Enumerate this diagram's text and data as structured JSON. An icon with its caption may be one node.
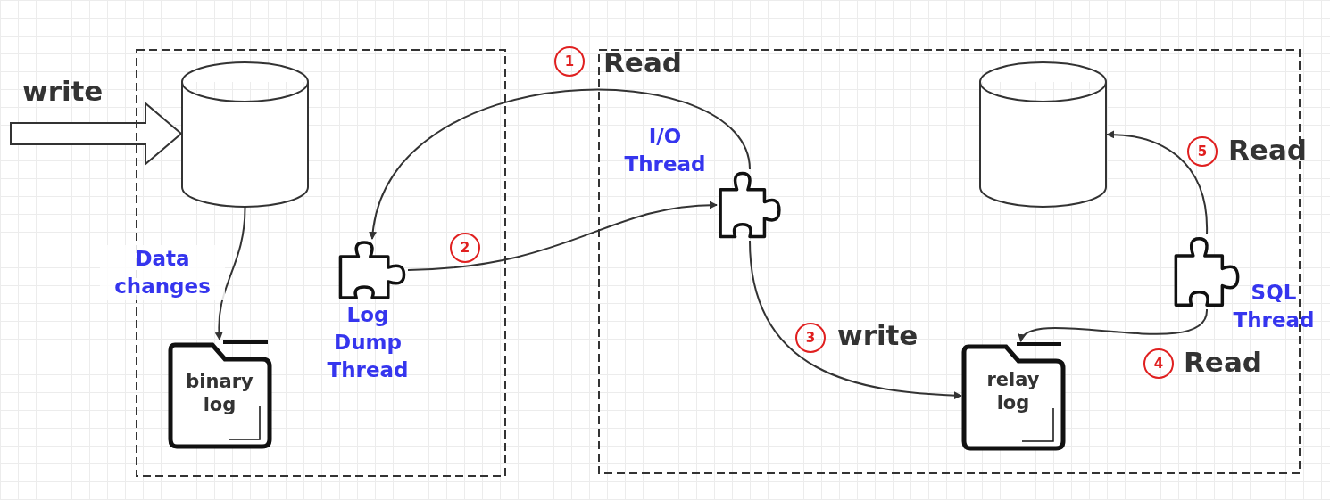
{
  "diagram": {
    "nodes": [
      {
        "text": [],
        "shape": "box"
      },
      {
        "text": [],
        "shape": "box"
      },
      {
        "text": [],
        "shape": "cylinder",
        "in": 0
      },
      {
        "text": [
          "binary log"
        ],
        "in": 0
      },
      {
        "text": [],
        "shape": "puzzle",
        "in": 0,
        "beside": [
          "Log Dump Thread"
        ]
      },
      {
        "text": [],
        "shape": "puzzle",
        "in": 1,
        "beside": [
          "I/O Thread"
        ]
      },
      {
        "text": [],
        "shape": "cylinder",
        "in": 1
      },
      {
        "text": [
          "relay log"
        ],
        "in": 1
      },
      {
        "text": [],
        "shape": "puzzle",
        "in": 1,
        "beside": [
          "SQL Thread"
        ]
      }
    ],
    "edges": [
      {
        "from": null,
        "to": 2,
        "arrow": "to",
        "label": "write",
        "style": "thick"
      },
      {
        "from": 2,
        "to": 3,
        "arrow": "to",
        "label": "Data changes"
      },
      {
        "from": 5,
        "to": 4,
        "arrow": "to",
        "label": "Read"
      },
      {
        "from": 4,
        "to": 5,
        "arrow": "to"
      },
      {
        "from": 5,
        "to": 7,
        "arrow": "to",
        "label": "write"
      },
      {
        "from": 8,
        "to": 7,
        "arrow": "to",
        "label": "Read"
      },
      {
        "from": 8,
        "to": 6,
        "arrow": "to",
        "label": "Read"
      }
    ],
    "labels": [
      "1",
      "5",
      "2",
      "3",
      "4"
    ]
  }
}
